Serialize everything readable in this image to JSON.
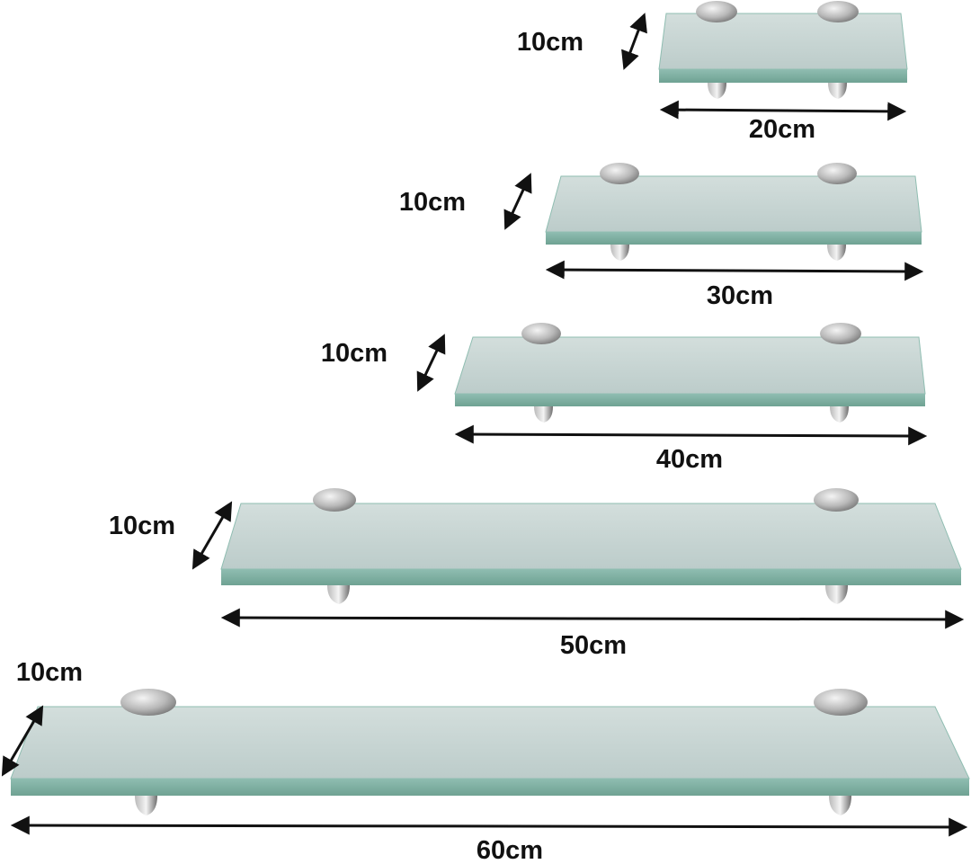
{
  "colors": {
    "glass_top": "#d3dedc",
    "glass_top_dark": "#bcccca",
    "glass_edge": "#8fbdb1",
    "glass_edge_dark": "#6fa293",
    "metal_light": "#f4f4f4",
    "metal_mid": "#b9b9b9",
    "metal_dark": "#6e6e6e",
    "arrow": "#111111",
    "label": "#111111"
  },
  "shelves": [
    {
      "length_label": "20cm",
      "depth_label": "10cm"
    },
    {
      "length_label": "30cm",
      "depth_label": "10cm"
    },
    {
      "length_label": "40cm",
      "depth_label": "10cm"
    },
    {
      "length_label": "50cm",
      "depth_label": "10cm"
    },
    {
      "length_label": "60cm",
      "depth_label": "10cm"
    }
  ]
}
